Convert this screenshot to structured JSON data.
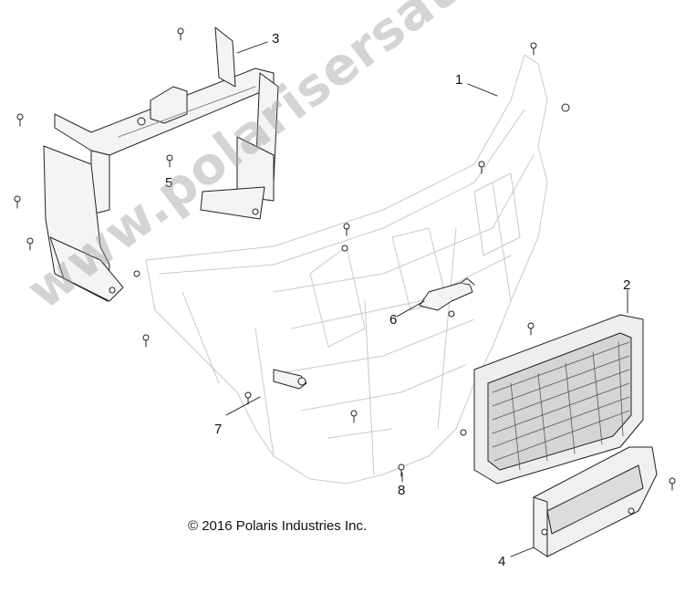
{
  "diagram": {
    "copyright": "© 2016 Polaris Industries Inc.",
    "watermark": "www.polarisersatzteile.de",
    "callouts": [
      {
        "id": "1",
        "label": "1"
      },
      {
        "id": "2",
        "label": "2"
      },
      {
        "id": "3",
        "label": "3"
      },
      {
        "id": "4",
        "label": "4"
      },
      {
        "id": "5",
        "label": "5"
      },
      {
        "id": "6",
        "label": "6"
      },
      {
        "id": "7",
        "label": "7"
      },
      {
        "id": "8",
        "label": "8"
      }
    ]
  }
}
